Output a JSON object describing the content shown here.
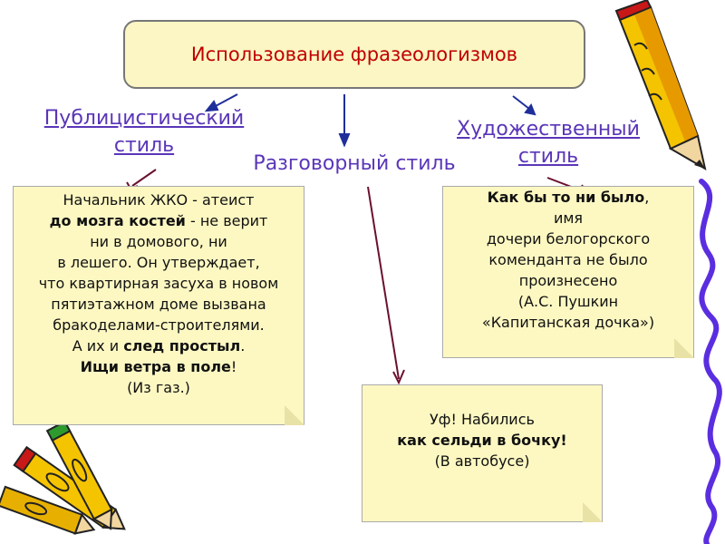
{
  "title": "Использование фразеологизмов",
  "headings": {
    "publicistic": [
      "Публицистический",
      "стиль"
    ],
    "colloquial": "Разговорный стиль",
    "artistic": [
      "Художественный",
      "стиль"
    ]
  },
  "notes": {
    "left": [
      {
        "t": "Начальник ЖКО - атеист",
        "b": ""
      },
      {
        "b": "до мозга костей",
        "t": " - не верит"
      },
      {
        "t": "ни в домового, ни",
        "b": ""
      },
      {
        "t": "в лешего. Он утверждает,",
        "b": ""
      },
      {
        "t": "что квартирная засуха в новом",
        "b": ""
      },
      {
        "t": "пятиэтажном доме вызвана",
        "b": ""
      },
      {
        "t": "бракоделами-строителями.",
        "b": ""
      },
      {
        "t": "А их и ",
        "b": "след простыл",
        "t2": "."
      },
      {
        "b": "Ищи ветра в поле",
        "t": "!"
      },
      {
        "t": "(Из газ.)",
        "b": ""
      }
    ],
    "right": [
      {
        "b": "Как бы то ни было",
        "t": ","
      },
      {
        "t": "имя",
        "b": ""
      },
      {
        "t": "дочери белогорского",
        "b": ""
      },
      {
        "t": "коменданта не было",
        "b": ""
      },
      {
        "t": "произнесено",
        "b": ""
      },
      {
        "t": "(А.С. Пушкин",
        "b": ""
      },
      {
        "t": "«Капитанская дочка»)",
        "b": ""
      }
    ],
    "middle": [
      {
        "t": "Уф! Набились",
        "b": ""
      },
      {
        "b": "как сельди в бочку!",
        "t": ""
      },
      {
        "t": "(В автобусе)",
        "b": ""
      }
    ]
  },
  "colors": {
    "title_text": "#c00000",
    "heading_text": "#5a36b8",
    "note_fill": "#fdf8c2",
    "arrow_blue": "#1f2f9a",
    "arrow_maroon": "#6b1030",
    "ribbon": "#5a2ee0"
  },
  "decorations": [
    "pencil-icon",
    "crayons-icon",
    "ribbon-curl"
  ]
}
